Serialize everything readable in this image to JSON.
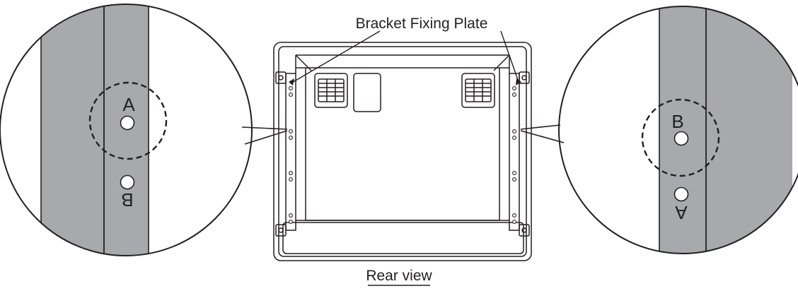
{
  "callout_label": "Bracket Fixing Plate",
  "caption": "Rear view",
  "left_detail": {
    "marked_letter": "A",
    "other_letter": "B"
  },
  "right_detail": {
    "marked_letter": "B",
    "other_letter": "A"
  },
  "colors": {
    "line": "#231f20",
    "plate_fill": "#a7a9ac",
    "background": "#ffffff"
  }
}
